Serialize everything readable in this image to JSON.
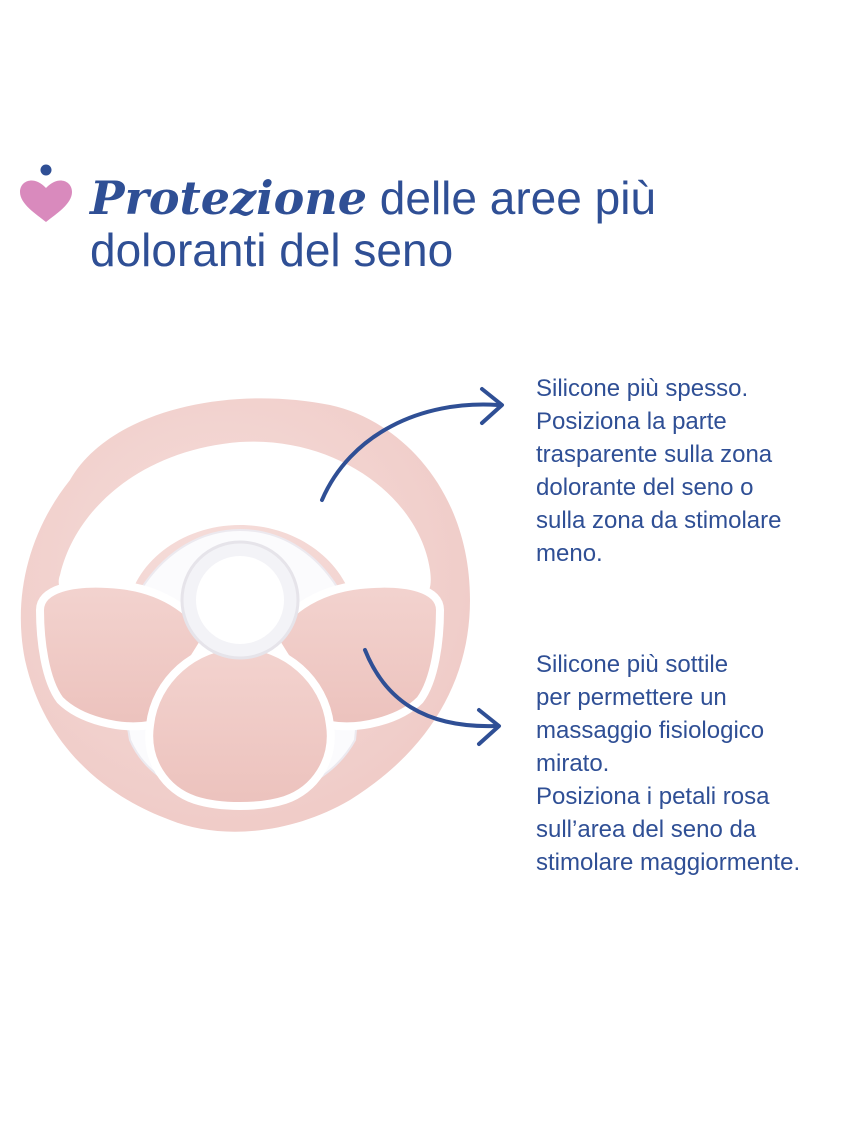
{
  "colors": {
    "brand_blue": "#2f4f95",
    "logo_pink": "#d98abd",
    "shield_pink": "#f1d3d0",
    "petal_pink": "#f0c9c5",
    "silicone_white": "#ffffff"
  },
  "header": {
    "logo_icon": "heart-drop-icon",
    "title_emphasis": "Protezione",
    "title_rest": " delle aree più doloranti del seno"
  },
  "callouts": [
    {
      "text": "Silicone più spesso.\nPosiziona la parte\ntrasparente sulla zona\ndolorante del seno o\nsulla zona da stimolare\nmeno."
    },
    {
      "text": "Silicone più sottile\nper permettere un\nmassaggio fisiologico\nmirato.\nPosiziona i petali rosa\nsull’area del seno da\nstimolare maggiormente."
    }
  ]
}
